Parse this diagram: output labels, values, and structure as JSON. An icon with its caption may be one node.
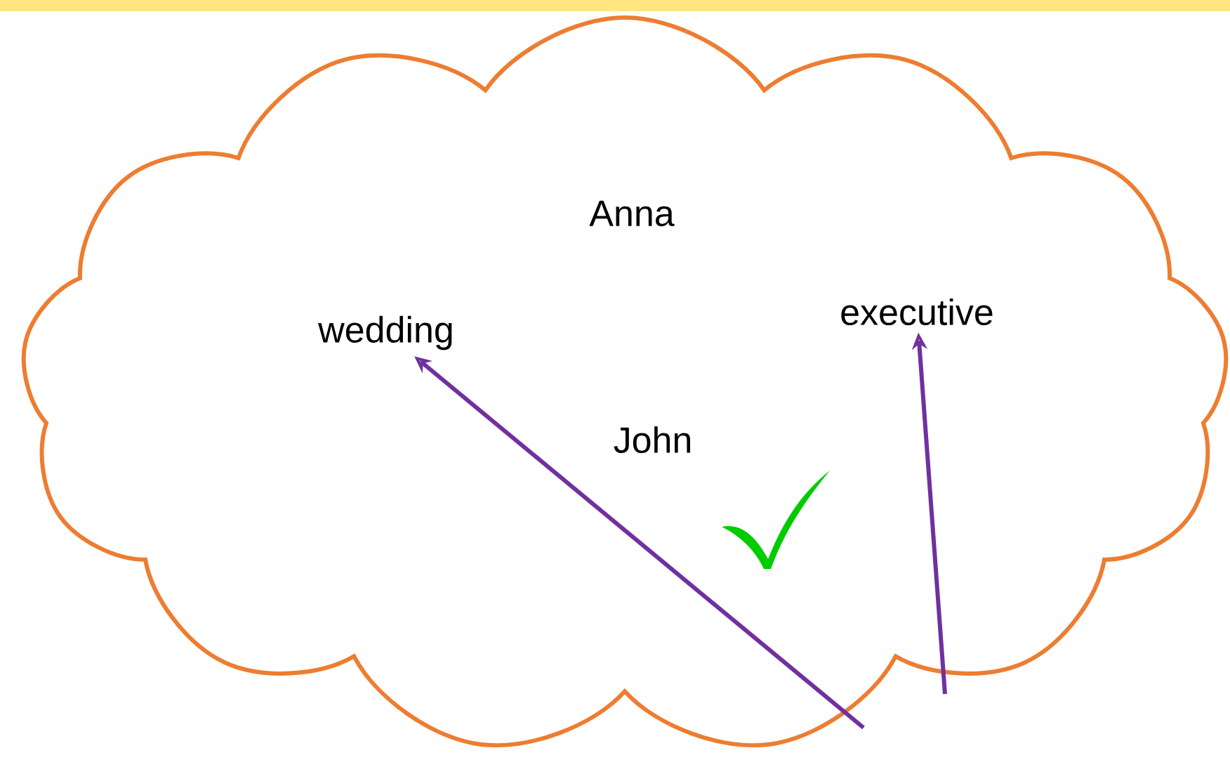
{
  "diagram": {
    "nodes": [
      {
        "text": [],
        "shape": "cloud"
      },
      {
        "text": [
          "Anna"
        ],
        "in": 0
      },
      {
        "text": [
          "wedding"
        ],
        "in": 0
      },
      {
        "text": [
          "executive"
        ],
        "in": 0
      },
      {
        "text": [
          "John"
        ],
        "in": 0
      },
      {
        "text": [],
        "shape": "checkmark",
        "in": 0
      }
    ],
    "edges": [
      {
        "from": null,
        "to": 2,
        "arrow": "to",
        "color": "#7030a0"
      },
      {
        "from": null,
        "to": 3,
        "arrow": "to",
        "color": "#7030a0"
      }
    ]
  }
}
